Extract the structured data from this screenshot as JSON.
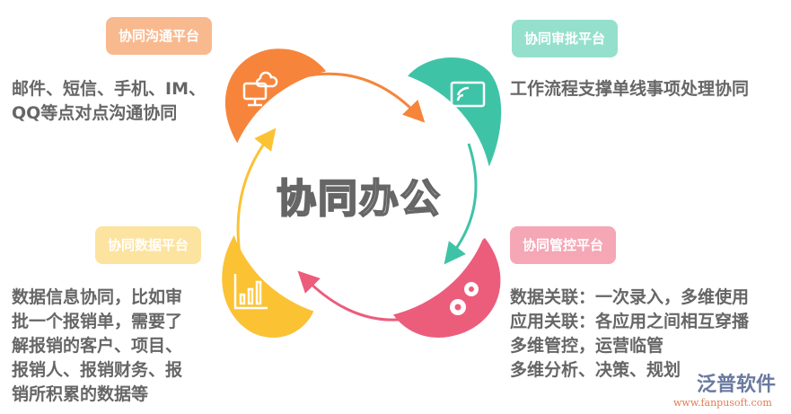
{
  "center_title": "协同办公",
  "platforms": [
    {
      "tag": "协同沟通平台",
      "desc": "邮件、短信、手机、IM、\nQQ等点对点沟通协同",
      "color": "#f6853b",
      "tag_color": "#f9b98f",
      "icon": "cloud-sync-monitor-icon"
    },
    {
      "tag": "协同审批平台",
      "desc": "工作流程支撑单线事项处理协同",
      "color": "#3fc3a7",
      "tag_color": "#95e0cd",
      "icon": "wireless-screen-icon"
    },
    {
      "tag": "协同管控平台",
      "desc": "数据关联：一次录入，多维使用\n应用关联：各应用之间相互穿播\n多维管控，运营临管\n多维分析、决策、规划",
      "color": "#ec5d7b",
      "tag_color": "#f5a7b6",
      "icon": "gears-icon"
    },
    {
      "tag": "协同数据平台",
      "desc": "数据信息协同，比如审\n批一个报销单，需要了\n解报销的客户、项目、\n报销人、报销财务、报\n销所积累的数据等",
      "color": "#fbc234",
      "tag_color": "#fde3a0",
      "icon": "bar-chart-icon"
    }
  ],
  "logo": {
    "name": "泛普软件",
    "url": "www.fanpusoft.com"
  }
}
